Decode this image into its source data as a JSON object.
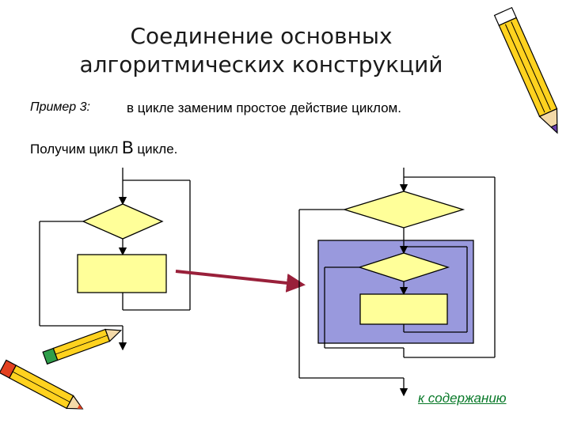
{
  "title": {
    "line1": "Соединение основных",
    "line2": "алгоритмических конструкций"
  },
  "example": {
    "label": "Пример 3:",
    "text_before": "в цикле заменим простое действие ",
    "text_emph": "циклом",
    "text_after": "."
  },
  "result": {
    "text_before": "Получим ",
    "word1": "цикл",
    "word2": "В",
    "word3": "цикле",
    "text_after": "."
  },
  "link": {
    "label": "к содержанию"
  },
  "colors": {
    "decision_fill": "#ffff99",
    "inner_loop_fill": "#9999dd",
    "arrow": "#99203a",
    "link": "#0a7a2a"
  },
  "icons": [
    "pencil-icon",
    "pencils-icon"
  ]
}
